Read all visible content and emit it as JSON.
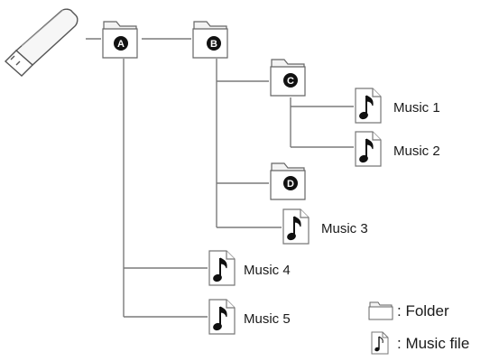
{
  "folders": [
    {
      "id": "A",
      "badge": "A"
    },
    {
      "id": "B",
      "badge": "B"
    },
    {
      "id": "C",
      "badge": "C"
    },
    {
      "id": "D",
      "badge": "D"
    }
  ],
  "files": [
    {
      "id": "m1",
      "label": "Music 1"
    },
    {
      "id": "m2",
      "label": "Music 2"
    },
    {
      "id": "m3",
      "label": "Music 3"
    },
    {
      "id": "m4",
      "label": "Music 4"
    },
    {
      "id": "m5",
      "label": "Music 5"
    }
  ],
  "legend": {
    "folder_label": ": Folder",
    "music_label": ": Music file"
  }
}
